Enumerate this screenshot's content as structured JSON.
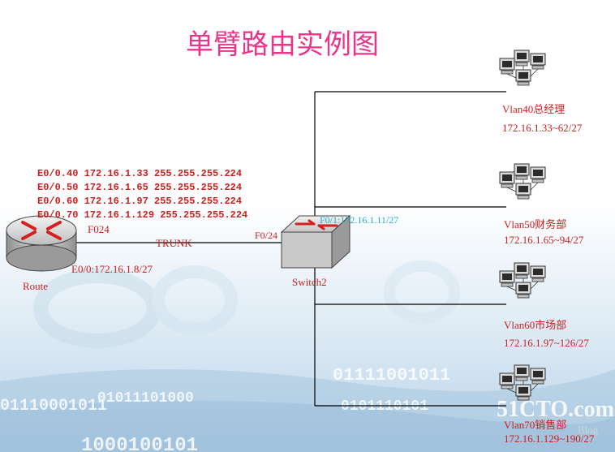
{
  "title": "单臂路由实例图",
  "colors": {
    "title": "#e8368a",
    "label": "#cc1f1f",
    "cyan": "#19b5c8",
    "line": "#000000",
    "bg_blue": "#cfe3f0"
  },
  "router": {
    "name": "Route",
    "subinterfaces": [
      "E0/0.40 172.16.1.33 255.255.255.224",
      "E0/0.50 172.16.1.65 255.255.255.224",
      "E0/0.60 172.16.1.97 255.255.255.224",
      "E0/0.70 172.16.1.129 255.255.255.224"
    ],
    "port_label": "F024",
    "interface_ip": "E0/0:172.16.1.8/27",
    "icon": "router-icon"
  },
  "link": {
    "label": "TRUNK"
  },
  "switch": {
    "name": "Switch2",
    "port_label": "F0/24",
    "mgmt_ip": "F0/1:172.16.1.11/27",
    "icon": "switch-icon"
  },
  "vlans": [
    {
      "name": "Vlan40总经理",
      "range": "172.16.1.33~62/27"
    },
    {
      "name": "Vlan50财务部",
      "range": "172.16.1.65~94/27"
    },
    {
      "name": "Vlan60市场部",
      "range": "172.16.1.97~126/27"
    },
    {
      "name": "Vlan70销售部",
      "range": "172.16.1.129~190/27"
    }
  ],
  "watermark": {
    "text1": "51CTO.com",
    "text2": "Blog",
    "binary1": "01111001011",
    "binary2": "01110001011",
    "binary3": "01011101000",
    "binary4": "0101110101",
    "binary5": "1000100101"
  }
}
